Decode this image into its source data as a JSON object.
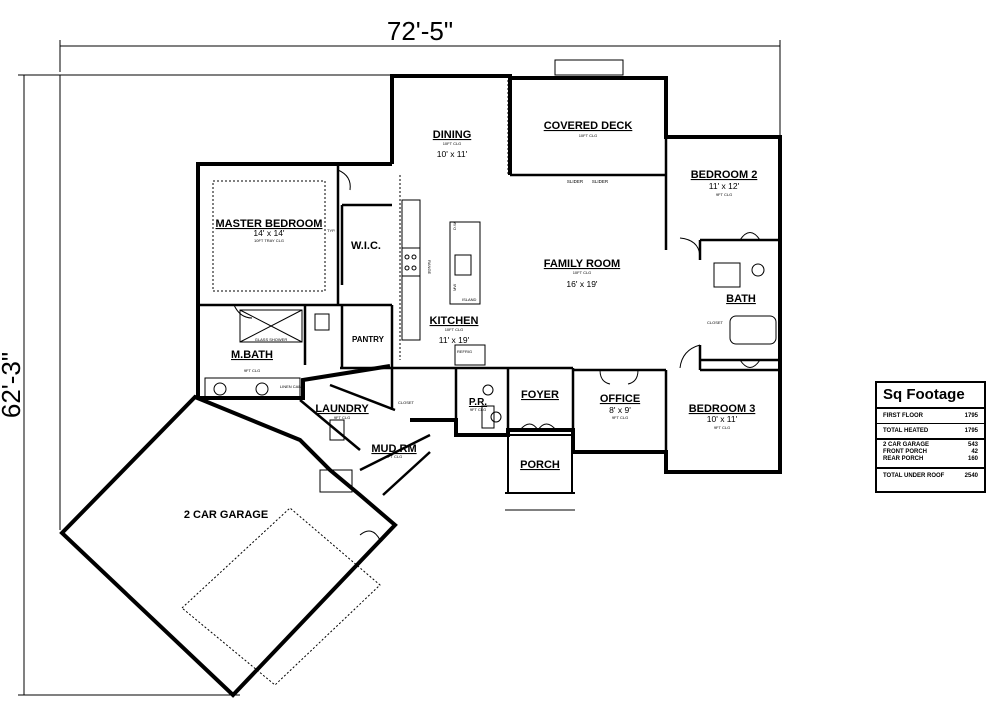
{
  "dims": {
    "width": "72'-5\"",
    "depth": "62'-3\""
  },
  "rooms": {
    "dining": {
      "name": "DINING",
      "ceiling": "10FT CLG",
      "size": "10' x 11'"
    },
    "covered_deck": {
      "name": "COVERED DECK",
      "ceiling": "10FT CLG"
    },
    "bedroom2": {
      "name": "BEDROOM 2",
      "size": "11' x 12'",
      "ceiling": "9FT CLG"
    },
    "master": {
      "name": "MASTER BEDROOM",
      "size": "14' x 14'",
      "ceiling": "10FT TRAY CLG"
    },
    "wic": {
      "name": "W.I.C."
    },
    "family": {
      "name": "FAMILY ROOM",
      "ceiling": "10FT CLG",
      "size": "16' x 19'"
    },
    "bath": {
      "name": "BATH"
    },
    "kitchen": {
      "name": "KITCHEN",
      "ceiling": "10FT CLG",
      "size": "11' x 19'"
    },
    "pantry": {
      "name": "PANTRY"
    },
    "mbath": {
      "name": "M.BATH",
      "ceiling": "9FT CLG"
    },
    "laundry": {
      "name": "LAUNDRY",
      "ceiling": "9FT CLG"
    },
    "pr": {
      "name": "P.R.",
      "ceiling": "9FT CLG"
    },
    "foyer": {
      "name": "FOYER"
    },
    "office": {
      "name": "OFFICE",
      "size": "8' x 9'",
      "ceiling": "9FT CLG"
    },
    "bedroom3": {
      "name": "BEDROOM 3",
      "size": "10' x 11'",
      "ceiling": "9FT CLG"
    },
    "mudrm": {
      "name": "MUD RM",
      "ceiling": "9FT CLG"
    },
    "porch": {
      "name": "PORCH"
    },
    "garage": {
      "name": "2 CAR GARAGE"
    }
  },
  "notes": {
    "slider1": "SLIDER",
    "slider2": "SLIDER",
    "glass_shower": "GLASS SHOWER",
    "linen": "LINEN CAB.",
    "closet1": "CLOSET",
    "closet2": "CLOSET",
    "refrig": "REFRIG",
    "island": "ISLAND",
    "range": "RANGE",
    "typ": "TYP.",
    "dw": "D.W.",
    "mw": "MW"
  },
  "sq_footage": {
    "title": "Sq Footage",
    "first_floor": {
      "label": "FIRST FLOOR",
      "value": "1795"
    },
    "total_heated": {
      "label": "TOTAL HEATED",
      "value": "1795"
    },
    "garage": {
      "label": "2 CAR GARAGE",
      "value": "543"
    },
    "front_porch": {
      "label": "FRONT PORCH",
      "value": "42"
    },
    "rear_porch": {
      "label": "REAR PORCH",
      "value": "160"
    },
    "total_under_roof": {
      "label": "TOTAL UNDER ROOF",
      "value": "2540"
    }
  }
}
